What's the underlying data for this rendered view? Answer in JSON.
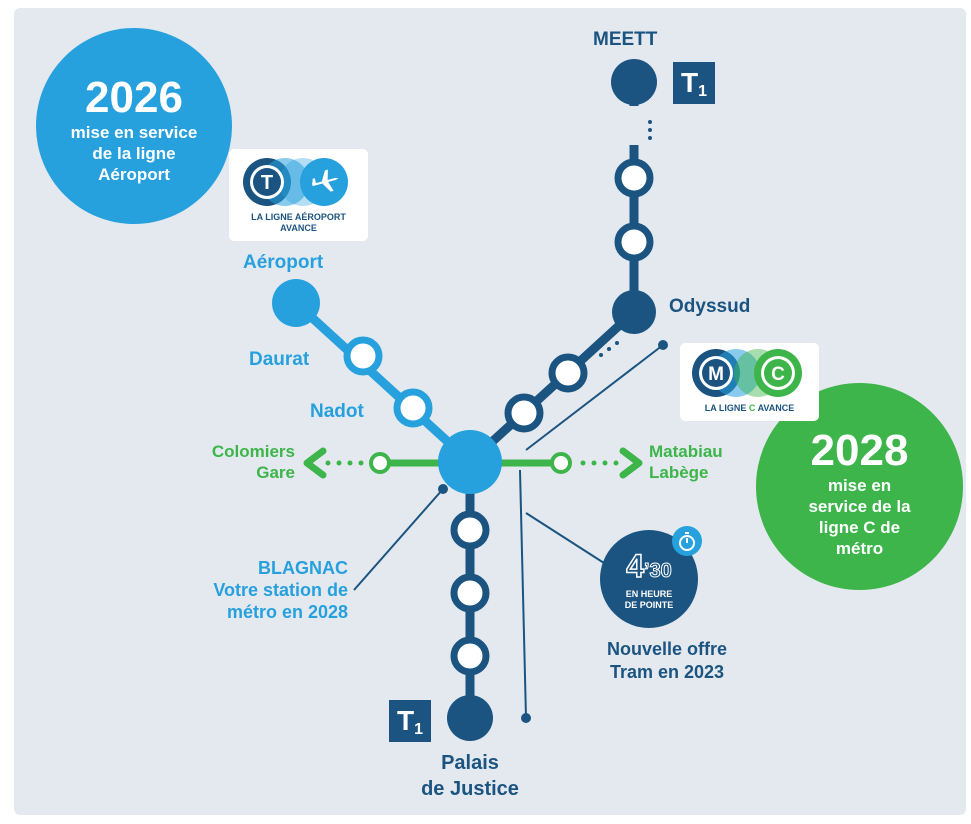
{
  "bubble_airport": {
    "year": "2026",
    "text": "mise en service de la ligne Aéroport"
  },
  "bubble_metro_c": {
    "year": "2028",
    "text": "mise en service de la ligne C de métro"
  },
  "badge_airport": {
    "letter": "T",
    "caption_1": "LA LIGNE AÉROPORT",
    "caption_2": "AVANCE"
  },
  "badge_metro_c": {
    "letter_m": "M",
    "letter_c": "C",
    "caption_1": "LA LIGNE ",
    "caption_c": "C",
    "caption_2": " AVANCE"
  },
  "t1_badge": {
    "letter": "T",
    "number": "1"
  },
  "stations": {
    "meett": "MEETT",
    "odyssud": "Odyssud",
    "aeroport": "Aéroport",
    "daurat": "Daurat",
    "nadot": "Nadot",
    "colomiers_1": "Colomiers",
    "colomiers_2": "Gare",
    "matabiau": "Matabiau",
    "labege": "Labège",
    "palais_1": "Palais",
    "palais_2": "de Justice"
  },
  "blagnac": {
    "line1": "BLAGNAC",
    "line2": "Votre station de",
    "line3": "métro en 2028"
  },
  "tram_offer": {
    "big_digit": "4",
    "minutes": "’30",
    "sub_1": "EN HEURE",
    "sub_2": "DE POINTE",
    "caption_1": "Nouvelle offre",
    "caption_2": "Tram en 2023"
  },
  "colors": {
    "navy": "#1b5480",
    "sky_blue": "#27a0de",
    "green": "#3db54a",
    "background": "#e3e9ef"
  }
}
